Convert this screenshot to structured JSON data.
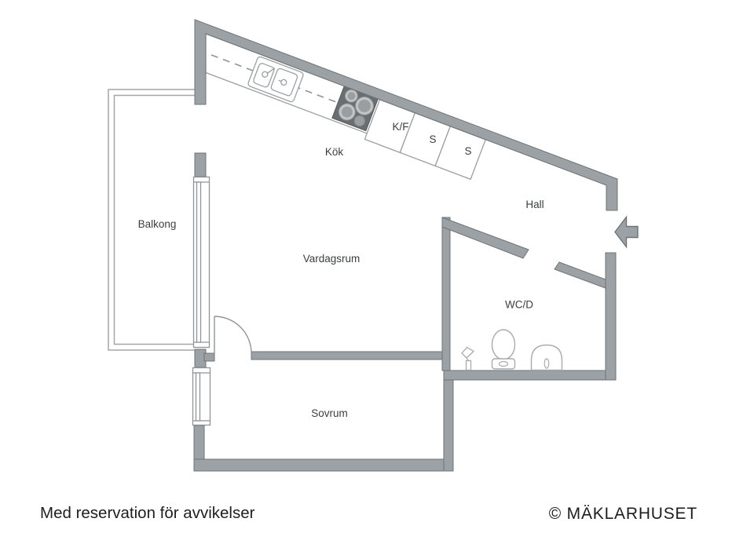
{
  "plan": {
    "rooms": [
      {
        "id": "kok",
        "label": "Kök"
      },
      {
        "id": "balkong",
        "label": "Balkong"
      },
      {
        "id": "hall",
        "label": "Hall"
      },
      {
        "id": "vardagsrum",
        "label": "Vardagsrum"
      },
      {
        "id": "wcd",
        "label": "WC/D"
      },
      {
        "id": "sovrum",
        "label": "Sovrum"
      }
    ],
    "appliance_labels": [
      {
        "id": "kf",
        "label": "K/F"
      },
      {
        "id": "s1",
        "label": "S"
      },
      {
        "id": "s2",
        "label": "S"
      }
    ],
    "fixtures": [
      "kitchen-sink-icon",
      "stove-icon",
      "toilet-icon",
      "washbasin-icon",
      "shower-icon",
      "entry-arrow-icon",
      "door-swing-icon",
      "window-icon",
      "balcony-railing-icon"
    ],
    "colors": {
      "wall": "#9ba1a4",
      "wall_outline": "#6f7477",
      "thin_line": "#8f9496",
      "fixture_line": "#a7abac",
      "stove_fill": "#696e71",
      "burner_light": "#c2c5c6",
      "burner_dark": "#9a9ea0",
      "label_text": "#3a3e40",
      "footer_text": "#1e1e1e"
    }
  },
  "footer": {
    "disclaimer": "Med reservation för avvikelser",
    "copyright": "© MÄKLARHUSET"
  }
}
